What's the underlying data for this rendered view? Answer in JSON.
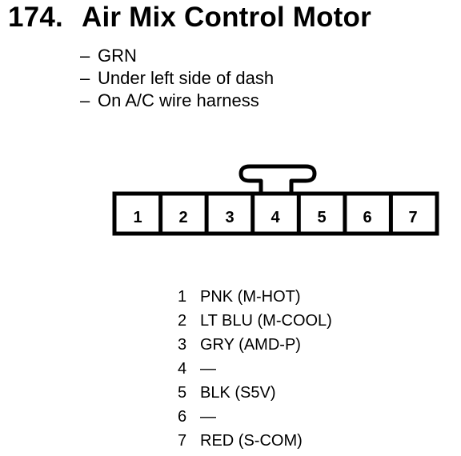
{
  "title": {
    "number": "174.",
    "text": "Air Mix Control Motor"
  },
  "notes": [
    "GRN",
    "Under left side of dash",
    "On A/C wire harness"
  ],
  "note_dash": "–",
  "connector": {
    "cavities": [
      "1",
      "2",
      "3",
      "4",
      "5",
      "6",
      "7"
    ]
  },
  "pins": [
    {
      "num": "1",
      "desc": "PNK (M-HOT)"
    },
    {
      "num": "2",
      "desc": "LT BLU (M-COOL)"
    },
    {
      "num": "3",
      "desc": "GRY (AMD-P)"
    },
    {
      "num": "4",
      "desc": "—"
    },
    {
      "num": "5",
      "desc": "BLK (S5V)"
    },
    {
      "num": "6",
      "desc": "—"
    },
    {
      "num": "7",
      "desc": "RED (S-COM)"
    }
  ]
}
